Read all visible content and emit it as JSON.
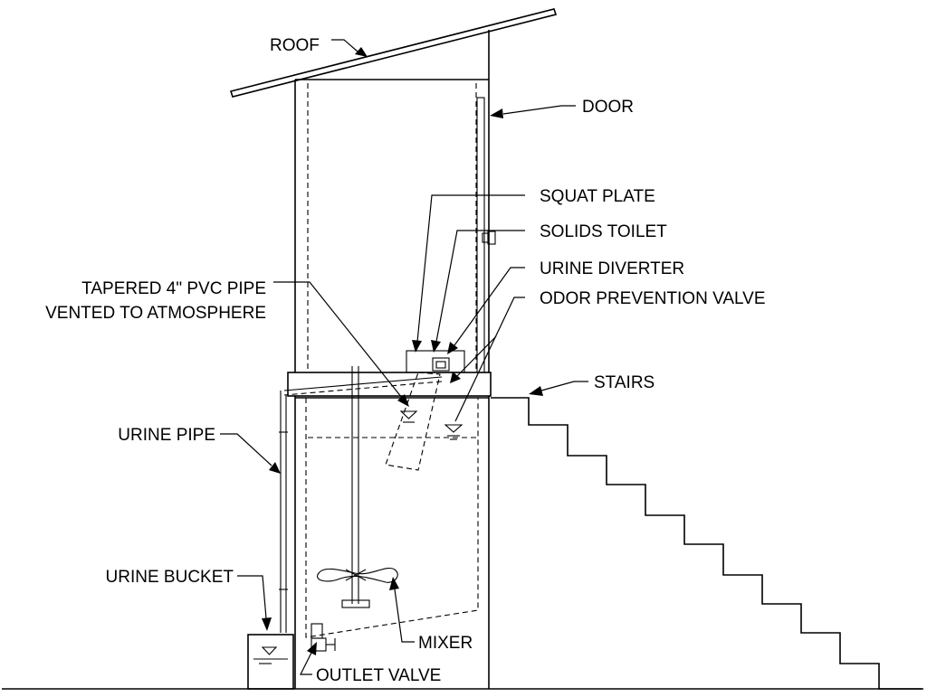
{
  "labels": {
    "roof": "ROOF",
    "door": "DOOR",
    "squat_plate": "SQUAT PLATE",
    "solids_toilet": "SOLIDS TOILET",
    "urine_diverter": "URINE DIVERTER",
    "odor_prevention_valve": "ODOR PREVENTION VALVE",
    "pvc_pipe_line1": "TAPERED 4\" PVC PIPE",
    "pvc_pipe_line2": "VENTED TO ATMOSPHERE",
    "stairs": "STAIRS",
    "urine_pipe": "URINE PIPE",
    "urine_bucket": "URINE BUCKET",
    "mixer": "MIXER",
    "outlet_valve": "OUTLET VALVE"
  }
}
